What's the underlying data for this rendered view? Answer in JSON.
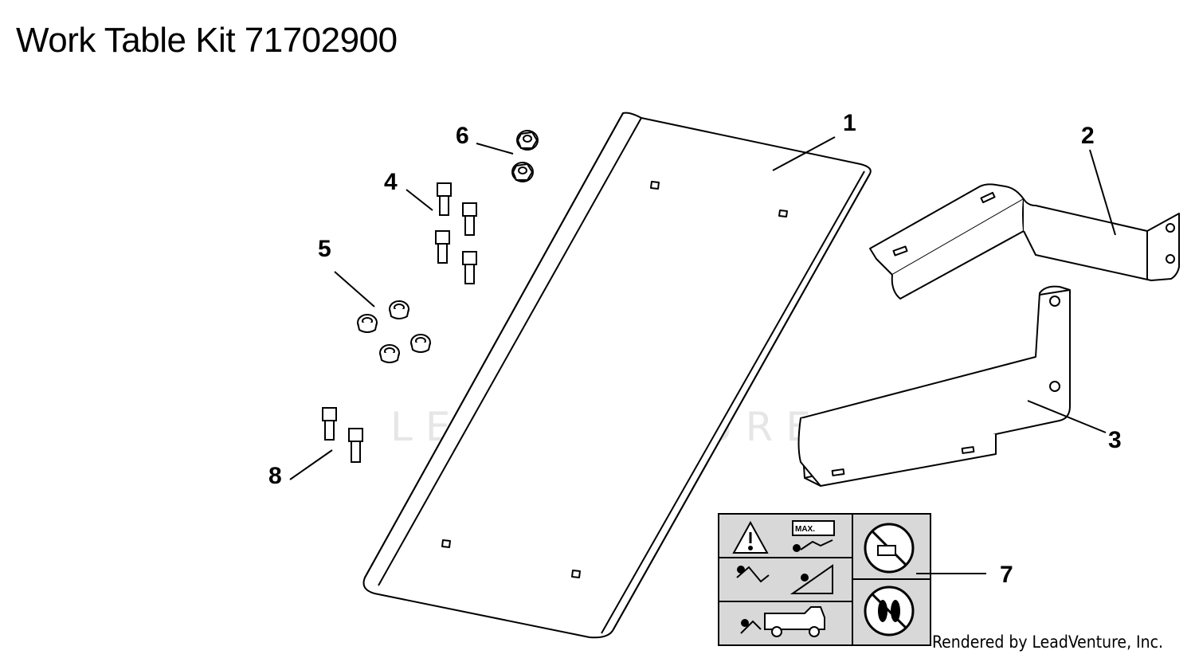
{
  "title": "Work Table Kit 71702900",
  "credit": "Rendered by LeadVenture, Inc.",
  "watermark": "LEADVENTURE",
  "decal_text": {
    "max": "MAX."
  },
  "callouts": [
    {
      "id": "1",
      "label": "1"
    },
    {
      "id": "2",
      "label": "2"
    },
    {
      "id": "3",
      "label": "3"
    },
    {
      "id": "4",
      "label": "4"
    },
    {
      "id": "5",
      "label": "5"
    },
    {
      "id": "6",
      "label": "6"
    },
    {
      "id": "7",
      "label": "7"
    },
    {
      "id": "8",
      "label": "8"
    }
  ],
  "colors": {
    "line": "#000000",
    "watermark": "#e6e6e6",
    "decal_bg": "#d8d8d8"
  }
}
